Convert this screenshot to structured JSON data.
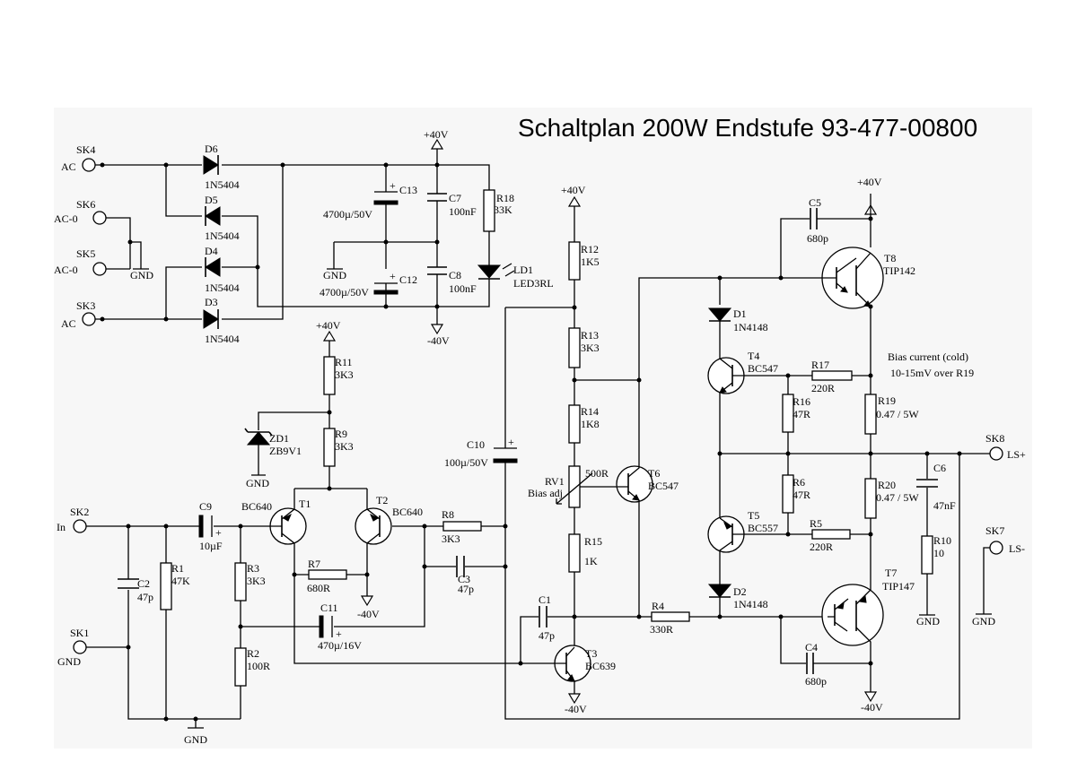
{
  "title": "Schaltplan 200W Endstufe 93-477-00800",
  "connectors": [
    {
      "ref": "SK4",
      "label": "AC"
    },
    {
      "ref": "SK6",
      "label": "AC-0"
    },
    {
      "ref": "SK5",
      "label": "AC-0"
    },
    {
      "ref": "SK3",
      "label": "AC"
    },
    {
      "ref": "SK2",
      "label": "In"
    },
    {
      "ref": "SK1",
      "label": "GND"
    },
    {
      "ref": "SK8",
      "label": "LS+"
    },
    {
      "ref": "SK7",
      "label": "LS-"
    }
  ],
  "diodes": [
    {
      "ref": "D6",
      "value": "1N5404"
    },
    {
      "ref": "D5",
      "value": "1N5404"
    },
    {
      "ref": "D4",
      "value": "1N5404"
    },
    {
      "ref": "D3",
      "value": "1N5404"
    },
    {
      "ref": "D1",
      "value": "1N4148"
    },
    {
      "ref": "D2",
      "value": "1N4148"
    },
    {
      "ref": "ZD1",
      "value": "ZB9V1"
    },
    {
      "ref": "LD1",
      "value": "LED3RL"
    }
  ],
  "capacitors": [
    {
      "ref": "C13",
      "value": "4700µ/50V"
    },
    {
      "ref": "C12",
      "value": "4700µ/50V"
    },
    {
      "ref": "C7",
      "value": "100nF"
    },
    {
      "ref": "C8",
      "value": "100nF"
    },
    {
      "ref": "C9",
      "value": "10µF"
    },
    {
      "ref": "C2",
      "value": "47p"
    },
    {
      "ref": "C11",
      "value": "470µ/16V"
    },
    {
      "ref": "C3",
      "value": "47p"
    },
    {
      "ref": "C10",
      "value": "100µ/50V"
    },
    {
      "ref": "C1",
      "value": "47p"
    },
    {
      "ref": "C5",
      "value": "680p"
    },
    {
      "ref": "C4",
      "value": "680p"
    },
    {
      "ref": "C6",
      "value": "47nF"
    }
  ],
  "resistors": [
    {
      "ref": "R18",
      "value": "33K"
    },
    {
      "ref": "R11",
      "value": "3K3"
    },
    {
      "ref": "R9",
      "value": "3K3"
    },
    {
      "ref": "R1",
      "value": "47K"
    },
    {
      "ref": "R3",
      "value": "3K3"
    },
    {
      "ref": "R2",
      "value": "100R"
    },
    {
      "ref": "R7",
      "value": "680R"
    },
    {
      "ref": "R8",
      "value": "3K3"
    },
    {
      "ref": "R12",
      "value": "1K5"
    },
    {
      "ref": "R13",
      "value": "3K3"
    },
    {
      "ref": "R14",
      "value": "1K8"
    },
    {
      "ref": "R15",
      "value": "1K"
    },
    {
      "ref": "R4",
      "value": "330R"
    },
    {
      "ref": "R17",
      "value": "220R"
    },
    {
      "ref": "R16",
      "value": "47R"
    },
    {
      "ref": "R6",
      "value": "47R"
    },
    {
      "ref": "R5",
      "value": "220R"
    },
    {
      "ref": "R19",
      "value": "0.47 / 5W"
    },
    {
      "ref": "R20",
      "value": "0.47 / 5W"
    },
    {
      "ref": "R10",
      "value": "10"
    }
  ],
  "potentiometer": {
    "ref": "RV1",
    "value": "500R",
    "note": "Bias adj"
  },
  "transistors": [
    {
      "ref": "T1",
      "type": "BC640"
    },
    {
      "ref": "T2",
      "type": "BC640"
    },
    {
      "ref": "T3",
      "type": "BC639"
    },
    {
      "ref": "T4",
      "type": "BC547"
    },
    {
      "ref": "T5",
      "type": "BC557"
    },
    {
      "ref": "T6",
      "type": "BC547"
    },
    {
      "ref": "T7",
      "type": "TIP147"
    },
    {
      "ref": "T8",
      "type": "TIP142"
    }
  ],
  "rails": {
    "pos": "+40V",
    "neg": "-40V",
    "gnd": "GND"
  },
  "notes": [
    "Bias current (cold)",
    "10-15mV over R19"
  ]
}
